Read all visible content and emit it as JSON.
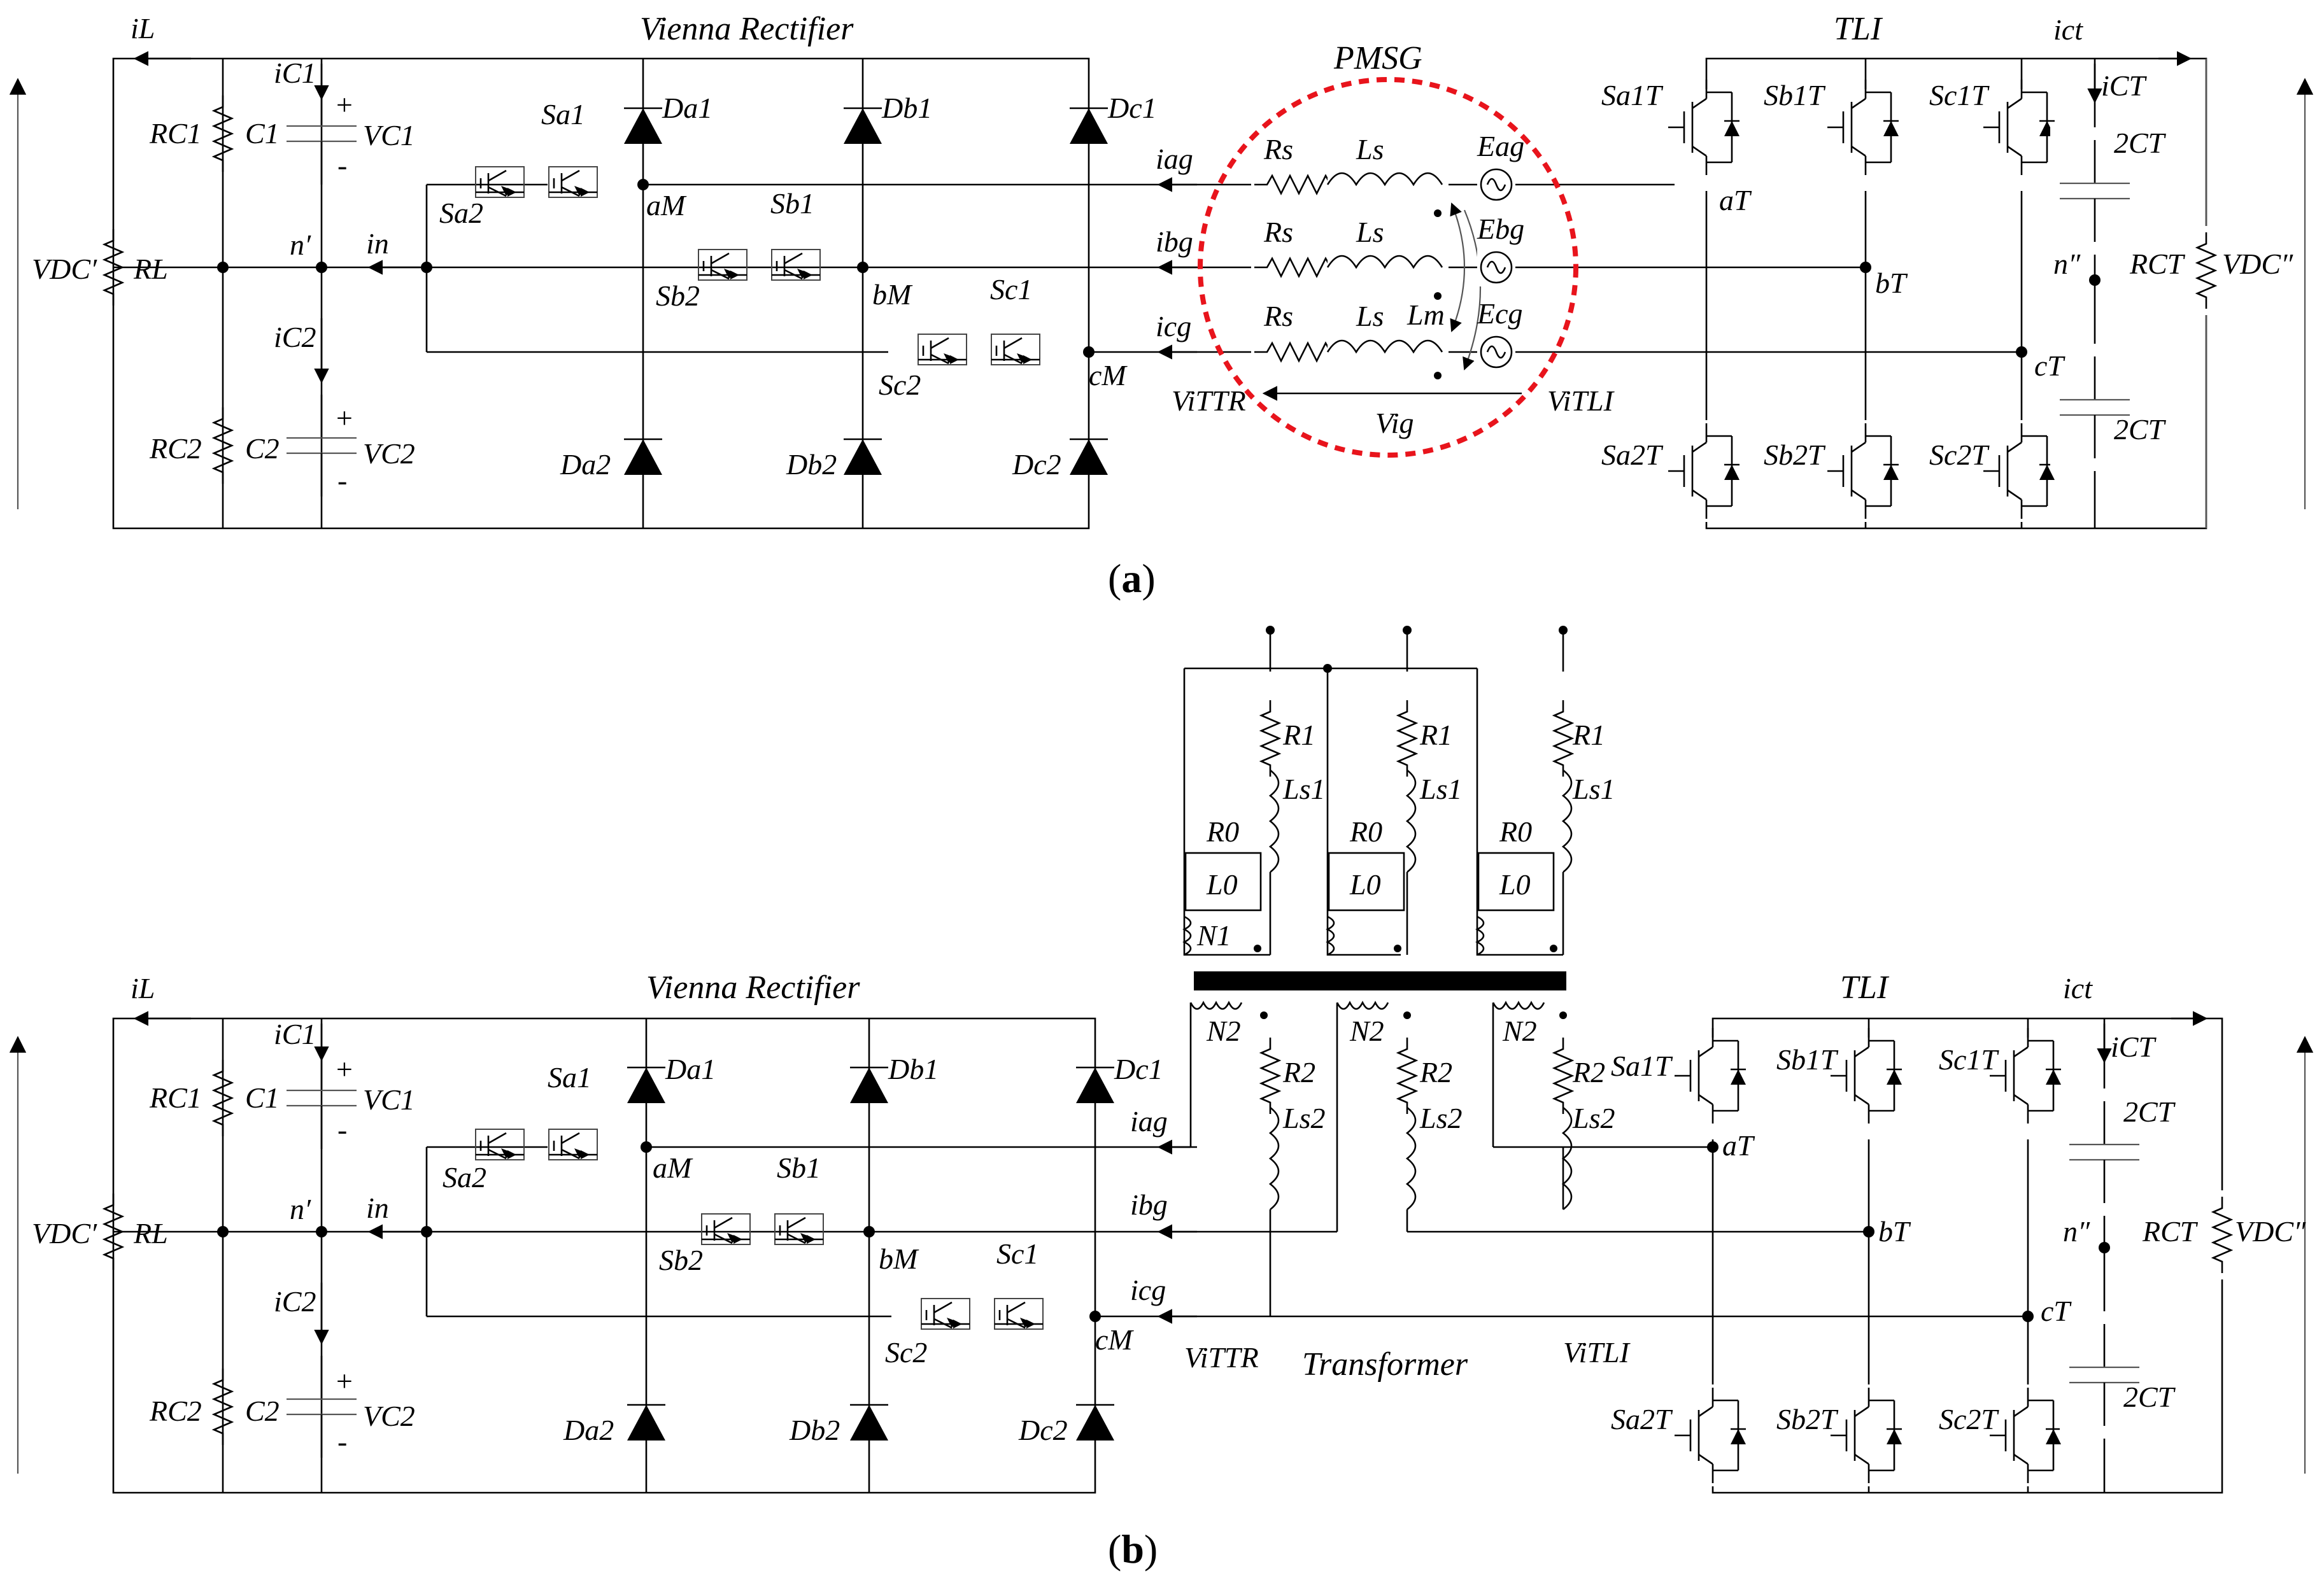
{
  "colors": {
    "line": "#000000",
    "pmsg_outline": "#e8141c",
    "background": "#ffffff"
  },
  "panel_a": {
    "caption": {
      "open": "(",
      "letter": "a",
      "close": ")"
    },
    "titles": {
      "vienna": "Vienna Rectifier",
      "pmsg": "PMSG",
      "tli": "TLI"
    },
    "dc_left": {
      "iL": "iL",
      "iC1": "iC1",
      "iC2": "iC2",
      "RC1": "RC1",
      "RC2": "RC2",
      "C1": "C1",
      "C2": "C2",
      "VC1": "VC1",
      "VC2": "VC2",
      "VDC": "VDC′",
      "RL": "RL",
      "n": "n′",
      "in": "in",
      "plus": "+",
      "minus": "-"
    },
    "switches": {
      "Sa1": "Sa1",
      "Sa2": "Sa2",
      "Sb1": "Sb1",
      "Sb2": "Sb2",
      "Sc1": "Sc1",
      "Sc2": "Sc2"
    },
    "diodes": {
      "Da1": "Da1",
      "Db1": "Db1",
      "Dc1": "Dc1",
      "Da2": "Da2",
      "Db2": "Db2",
      "Dc2": "Dc2"
    },
    "nodes": {
      "aM": "aM",
      "bM": "bM",
      "cM": "cM",
      "aT": "aT",
      "bT": "bT",
      "cT": "cT"
    },
    "currents": {
      "iag": "iag",
      "ibg": "ibg",
      "icg": "icg"
    },
    "generator": {
      "Rs": "Rs",
      "Ls": "Ls",
      "Lm": "Lm",
      "Eag": "Eag",
      "Ebg": "Ebg",
      "Ecg": "Ecg",
      "ViTTR": "ViTTR",
      "Vig": "Vig",
      "ViTLI": "ViTLI"
    },
    "tli": {
      "Sa1T": "Sa1T",
      "Sb1T": "Sb1T",
      "Sc1T": "Sc1T",
      "Sa2T": "Sa2T",
      "Sb2T": "Sb2T",
      "Sc2T": "Sc2T",
      "ict": "ict",
      "iCT": "iCT",
      "C2T": "2CT",
      "n2": "n″",
      "RCT": "RCT",
      "VDC2": "VDC″"
    }
  },
  "panel_b": {
    "caption": {
      "open": "(",
      "letter": "b",
      "close": ")"
    },
    "titles": {
      "vienna": "Vienna Rectifier",
      "tli": "TLI",
      "transformer": "Transformer"
    },
    "primary": {
      "R1": "R1",
      "Ls1": "Ls1",
      "R0": "R0",
      "L0": "L0",
      "N1": "N1"
    },
    "secondary": {
      "N2": "N2",
      "R2": "R2",
      "Ls2": "Ls2"
    },
    "voltages": {
      "ViTTR": "ViTTR",
      "ViTLI": "ViTLI"
    }
  }
}
